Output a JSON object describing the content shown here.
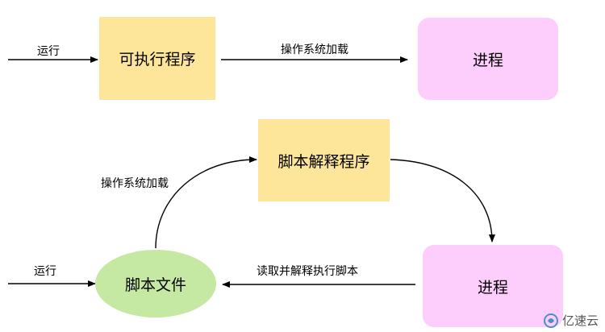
{
  "top_flow": {
    "run_label": "运行",
    "executable": "可执行程序",
    "os_load_label": "操作系统加载",
    "process": "进程"
  },
  "bottom_flow": {
    "interpreter": "脚本解释程序",
    "os_load_label": "操作系统加载",
    "run_label": "运行",
    "script_file": "脚本文件",
    "read_label": "读取并解释执行脚本",
    "process": "进程"
  },
  "watermark": {
    "text": "亿速云"
  },
  "colors": {
    "program_fill": "#fde59a",
    "process_fill": "#fdcdfb",
    "script_fill": "#c5e8a2",
    "arrow": "#000000"
  }
}
